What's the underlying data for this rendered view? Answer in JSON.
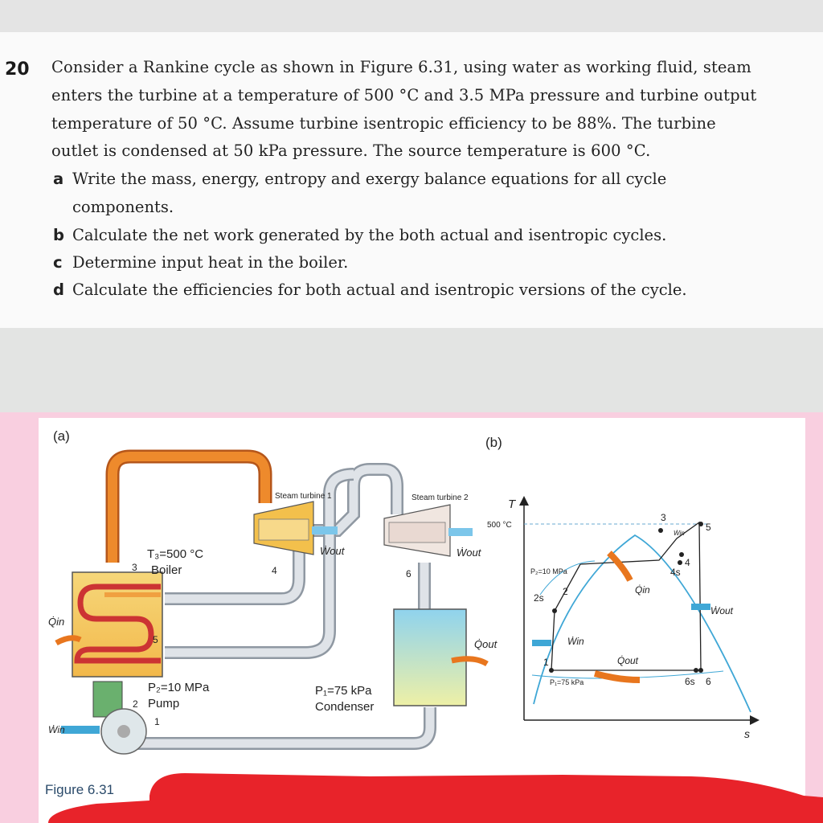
{
  "question": {
    "number": "20",
    "lines": [
      "Consider a Rankine cycle as shown in Figure 6.31, using water as working fluid, steam",
      "enters the turbine at a temperature of 500 °C and 3.5 MPa pressure and turbine output",
      "temperature of 50 °C. Assume turbine isentropic efficiency to be 88%. The turbine",
      "outlet is condensed at 50 kPa pressure. The source temperature is 600 °C."
    ],
    "parts": [
      {
        "letter": "a",
        "text": "Write the mass, energy, entropy and exergy balance equations for all cycle"
      },
      {
        "letter": "",
        "text": "components."
      },
      {
        "letter": "b",
        "text": "Calculate the net work generated by the both actual and isentropic cycles."
      },
      {
        "letter": "c",
        "text": "Determine input heat in the boiler."
      },
      {
        "letter": "d",
        "text": "Calculate the efficiencies for both actual and isentropic versions of the cycle."
      }
    ]
  },
  "figure": {
    "panel_a": "(a)",
    "panel_b": "(b)",
    "caption": "Figure 6.31",
    "schematic": {
      "turbine1": "Steam turbine 1",
      "turbine2": "Steam turbine 2",
      "t3": "T₃=500 °C",
      "boiler": "Boiler",
      "p2": "P₂=10 MPa",
      "pump": "Pump",
      "p1": "P₁=75 kPa",
      "condenser": "Condenser",
      "w_out": "Ẇout",
      "q_out": "Q̇out",
      "q_in": "Q̇in",
      "w_in": "Ẇin",
      "states": [
        "1",
        "2",
        "3",
        "4",
        "5",
        "6"
      ]
    },
    "ts_diagram": {
      "t_axis": "T",
      "s_axis": "s",
      "temp_tick": "500 °C",
      "p2": "P₂=10 MPa",
      "p1": "P₁=75 kPa",
      "q_in": "Q̇in",
      "q_out": "Q̇out",
      "w_in": "Ẇin",
      "w_out": "Ẇout",
      "w_in_small": "Ẇin",
      "points": {
        "p1": "1",
        "p2": "2",
        "p2s": "2s",
        "p3": "3",
        "p4": "4",
        "p4s": "4s",
        "p5": "5",
        "p6": "6",
        "p6s": "6s"
      }
    }
  },
  "colors": {
    "pink": "#f9cfe0",
    "redaction": "#e8232a",
    "steam": "#e8761e",
    "pipe": "#c9cfd6",
    "boiler": "#f2c95a",
    "condenser": "#e6ea9a",
    "blue": "#3fa7d6"
  }
}
